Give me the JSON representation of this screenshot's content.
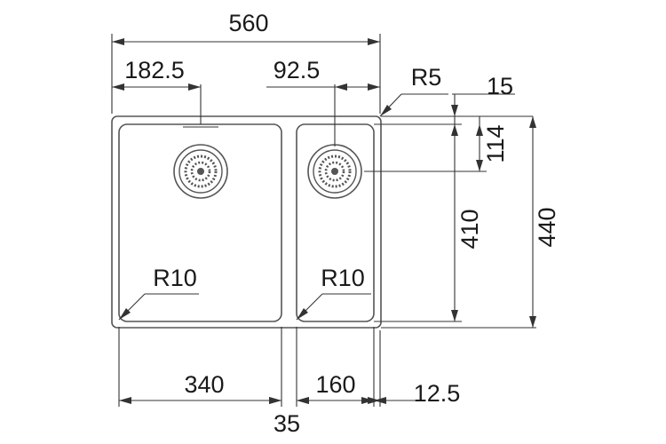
{
  "drawing": {
    "overall_width": "560",
    "left_bowl_drain_offset": "182.5",
    "right_bowl_drain_offset": "92.5",
    "corner_radius_outer": "R5",
    "top_rim": "15",
    "drain_from_top": "114",
    "bowl_depth": "410",
    "overall_depth": "440",
    "left_bowl_radius": "R10",
    "right_bowl_radius": "R10",
    "left_bowl_width": "340",
    "right_bowl_width": "160",
    "right_rim": "12.5",
    "divider_width": "35"
  },
  "colors": {
    "line": "#333333",
    "text": "#1a1a1a"
  },
  "icons": [
    "drain-strainer-icon",
    "drain-strainer-icon"
  ]
}
